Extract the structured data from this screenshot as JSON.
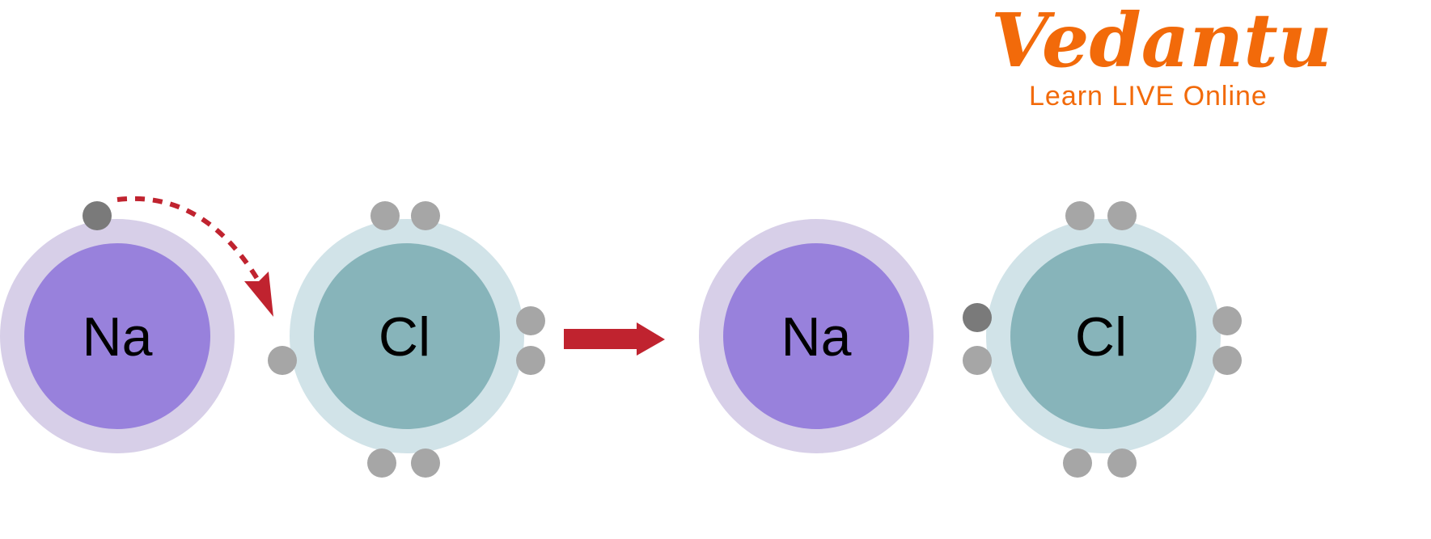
{
  "logo": {
    "name": "Vedantu",
    "tagline": "Learn LIVE Online",
    "color": "#f26a0a"
  },
  "atoms": [
    {
      "symbol": "Na",
      "state": "before"
    },
    {
      "symbol": "Cl",
      "state": "before"
    },
    {
      "symbol": "Na",
      "state": "after"
    },
    {
      "symbol": "Cl",
      "state": "after"
    }
  ],
  "colors": {
    "na_outer": "#d7cfe8",
    "na_inner": "#9881dc",
    "cl_outer": "#d1e3e8",
    "cl_inner": "#87b4ba",
    "electron": "#a6a6a6",
    "transferred_electron": "#7a7a7a",
    "arrow": "#c0232f"
  }
}
